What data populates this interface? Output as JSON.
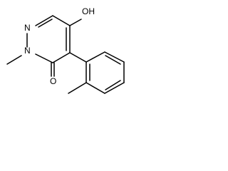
{
  "molecule": {
    "atoms": {
      "oh": "OH",
      "n1": "N",
      "n2": "N",
      "o": "O"
    }
  },
  "colors": {
    "background": "#ffffff",
    "bond": "#000000",
    "text": "#000000"
  }
}
